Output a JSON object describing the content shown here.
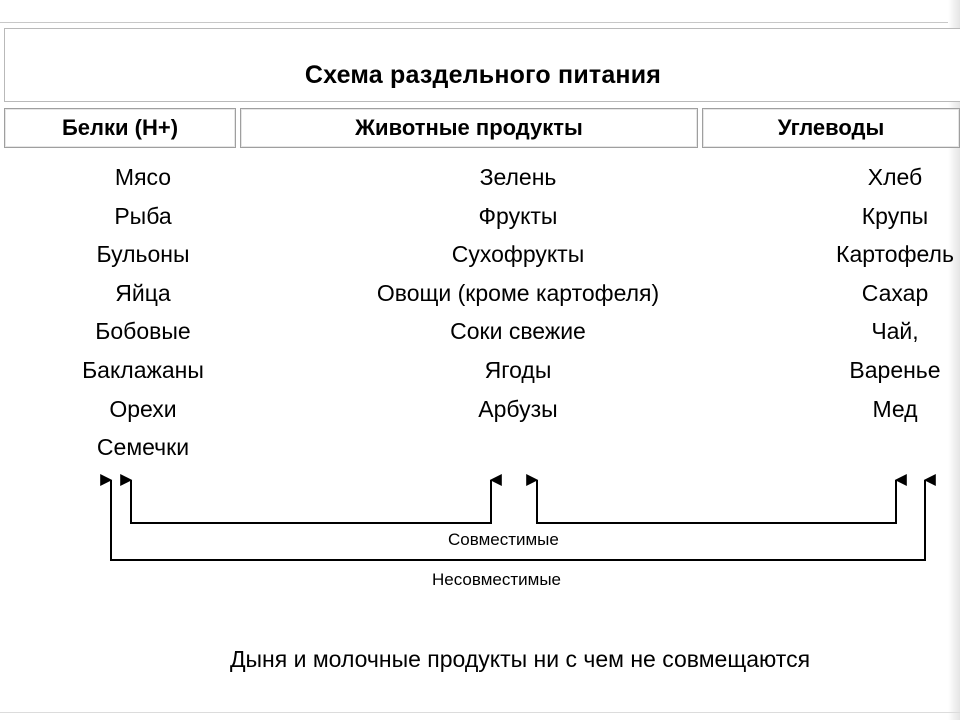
{
  "title": "Схема раздельного питания",
  "headers": {
    "proteins": "Белки (Н+)",
    "neutral": "Животные продукты",
    "carbs": "Углеводы"
  },
  "columns": {
    "proteins": [
      "Мясо",
      "Рыба",
      "Бульоны",
      "Яйца",
      "Бобовые",
      "Баклажаны",
      "Орехи",
      "Семечки"
    ],
    "neutral": [
      "Зелень",
      "Фрукты",
      "Сухофрукты",
      "Овощи (кроме картофеля)",
      "Соки свежие",
      "Ягоды",
      "Арбузы"
    ],
    "carbs": [
      "Хлеб",
      "Крупы",
      "Картофель",
      "Сахар",
      "Чай,",
      "Варенье",
      "Мед"
    ]
  },
  "arrows": {
    "compatible_label": "Совместимые",
    "incompatible_label": "Несовместимые"
  },
  "footnote": "Дыня и молочные продукты ни с чем не совмещаются"
}
